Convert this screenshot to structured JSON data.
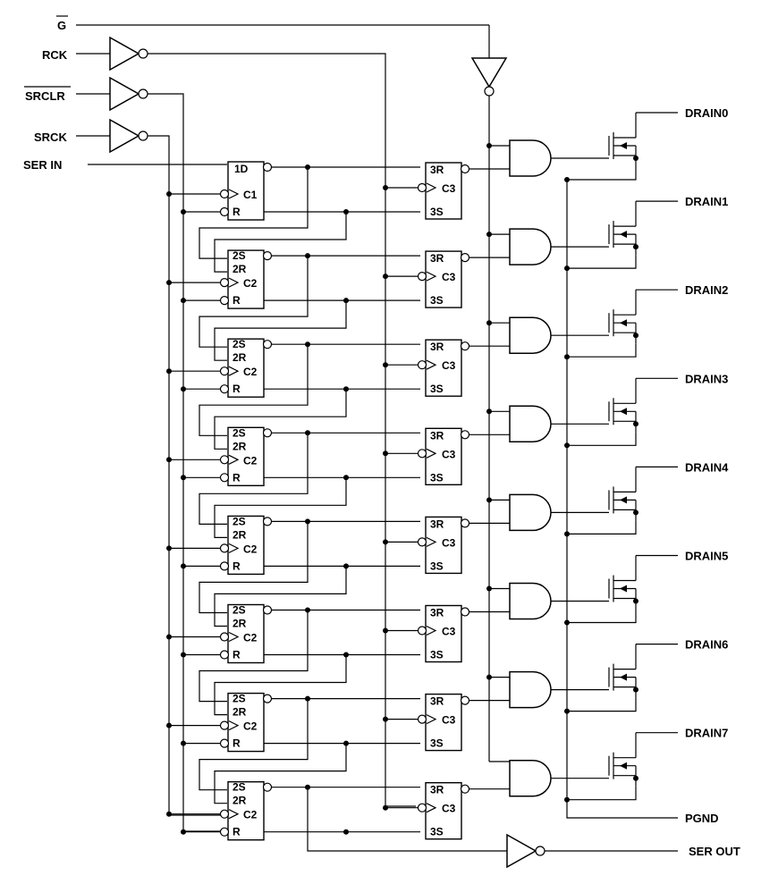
{
  "inputs": {
    "g": "G",
    "rck": "RCK",
    "srclr": "SRCLR",
    "srck": "SRCK",
    "ser_in": "SER IN"
  },
  "outputs": {
    "drains": [
      "DRAIN0",
      "DRAIN1",
      "DRAIN2",
      "DRAIN3",
      "DRAIN4",
      "DRAIN5",
      "DRAIN6",
      "DRAIN7"
    ],
    "pgnd": "PGND",
    "ser_out": "SER OUT"
  },
  "shift_register": {
    "first_stage": {
      "d": "1D",
      "clk": "C1",
      "reset": "R"
    },
    "stage": {
      "set": "2S",
      "reset_in": "2R",
      "clk": "C2",
      "reset": "R"
    }
  },
  "storage_register": {
    "reset": "3R",
    "clk": "C3",
    "set": "3S"
  }
}
